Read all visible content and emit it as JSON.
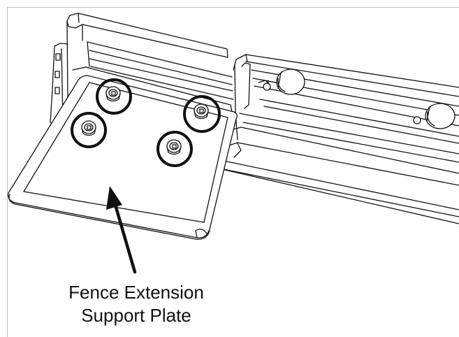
{
  "diagram": {
    "callout": {
      "line1": "Fence Extension",
      "line2": "Support Plate"
    },
    "highlighted_screws": 4,
    "colors": {
      "line": "#111111",
      "frame": "#bdbdbd",
      "fill": "#ffffff"
    }
  }
}
